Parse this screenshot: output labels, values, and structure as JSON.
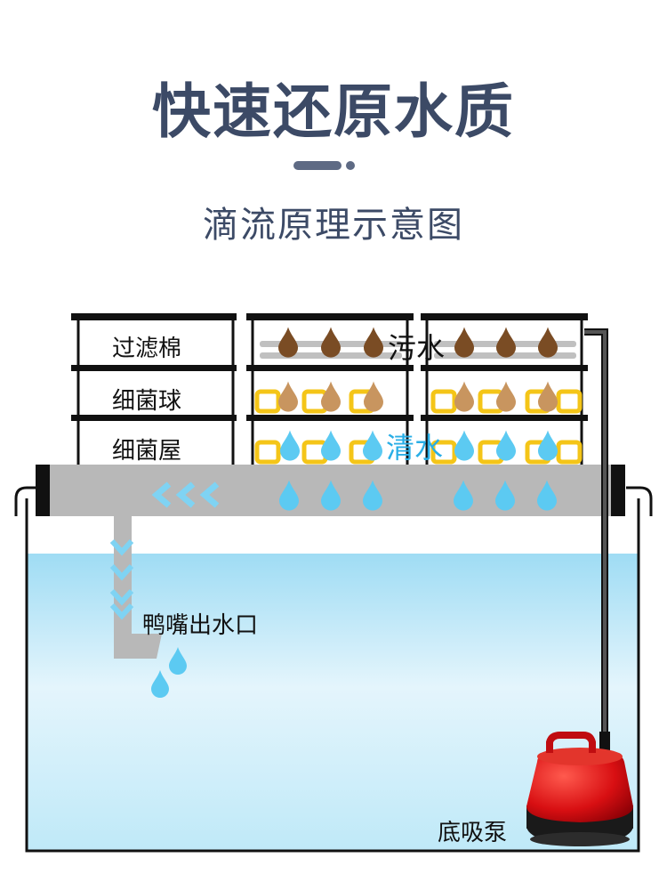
{
  "title": "快速还原水质",
  "subtitle": "滴流原理示意图",
  "layers": {
    "filter_cotton": "过滤棉",
    "bio_balls": "细菌球",
    "bio_house": "细菌屋"
  },
  "labels": {
    "dirty_water": "污水",
    "clean_water": "清水",
    "duckbill_outlet": "鸭嘴出水口",
    "bottom_pump": "底吸泵"
  },
  "colors": {
    "dirty_drop": "#7a4c24",
    "bio_drop": "#c8955f",
    "clean_drop": "#5ccaf2",
    "bio_block": "#f4c518",
    "water_top": "#9fdcf4",
    "water_mid": "#e4f5fc",
    "pipe": "#b8b8b8",
    "pump_red": "#d80f12"
  }
}
